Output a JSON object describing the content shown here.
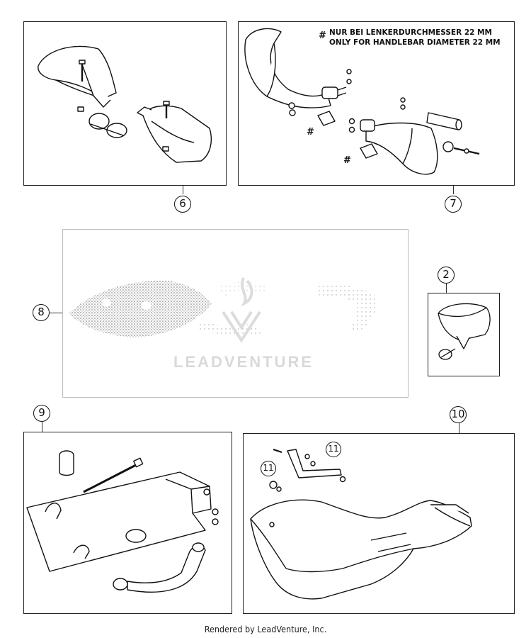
{
  "diagram": {
    "callouts": {
      "c6": "6",
      "c7": "7",
      "c8": "8",
      "c2": "2",
      "c9": "9",
      "c10": "10",
      "c11a": "11",
      "c11b": "11"
    },
    "note": {
      "symbol": "#",
      "line_de": "NUR BEI LENKERDURCHMESSER 22 MM",
      "line_en": "ONLY FOR HANDLEBAR DIAMETER 22 MM"
    },
    "hash_marks": [
      "#",
      "#"
    ],
    "watermark": "LEADVENTURE"
  },
  "footer": {
    "text": "Rendered by LeadVenture, Inc."
  }
}
